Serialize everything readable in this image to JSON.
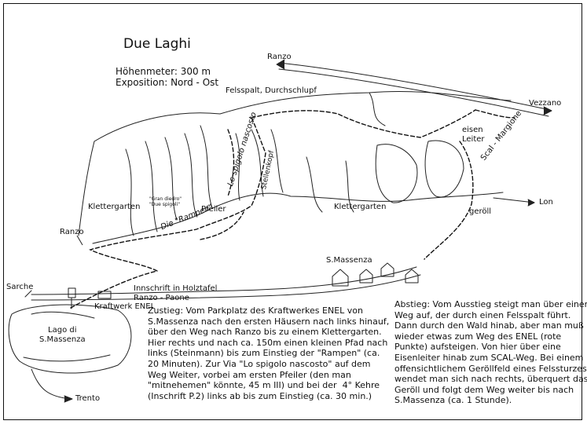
{
  "title": "Due Laghi",
  "height_m": "Höhenmeter: 300 m",
  "exposition": "Exposition: Nord - Ost",
  "labels": {
    "ranzo_top": "Ranzo",
    "vezzano": "Vezzano",
    "felsspalt": "Felsspalt, Durchschlupf",
    "eisen_leiter": "eisen\nLeiter",
    "scal_margione": "Scal - Margione",
    "lo_spigolo": "Lo spigolo nascosto",
    "stellenkopf": "Stellenkopf",
    "gran_diedro": "\"Gran diedro\"\n\"Due spigoli\"",
    "klettergarten_left": "Klettergarten",
    "klettergarten_right": "Klettergarten",
    "die_rampen": "Die \"Rampen\"",
    "pfeiler": "Pfeiler",
    "lon": "Lon",
    "geroll": "geröll",
    "ranzo_left": "Ranzo",
    "s_massenza": "S.Massenza",
    "sarche": "Sarche",
    "innschrift": "Innschrift in Holztafel\nRanzo - Paone",
    "kraftwerk": "Kraftwerk ENEL",
    "lago": "Lago di\nS.Massenza",
    "trento": "Trento"
  },
  "zustieg": "Zustieg: Vom Parkplatz des Kraftwerkes ENEL von\nS.Massenza nach den ersten Häusern nach links hinauf,\nüber den Weg nach Ranzo bis zu einem Klettergarten.\nHier rechts und nach ca. 150m einen kleinen Pfad nach\nlinks (Steinmann) bis zum Einstieg der \"Rampen\" (ca.\n20 Minuten). Zur Via \"Lo spigolo nascosto\" auf dem\nWeg Weiter, vorbei am ersten Pfeiler (den man\n\"mitnehemen\" könnte, 45 m III) und bei der  4° Kehre\n(Inschrift P.2) links ab bis zum Einstieg (ca. 30 min.)",
  "abstieg": "Abstieg: Vom Ausstieg steigt man über einen\nWeg auf, der durch einen Felsspalt führt.\nDann durch den Wald hinab, aber man muß\nwieder etwas zum Weg des ENEL (rote\nPunkte) aufsteigen. Von hier über eine\nEisenleiter hinab zum SCAL-Weg. Bei einem\noffensichtlichem Geröllfeld eines Felssturzes\nwendet man sich nach rechts, überquert das\nGeröll und folgt dem Weg weiter bis nach\nS.Massenza (ca. 1 Stunde)."
}
